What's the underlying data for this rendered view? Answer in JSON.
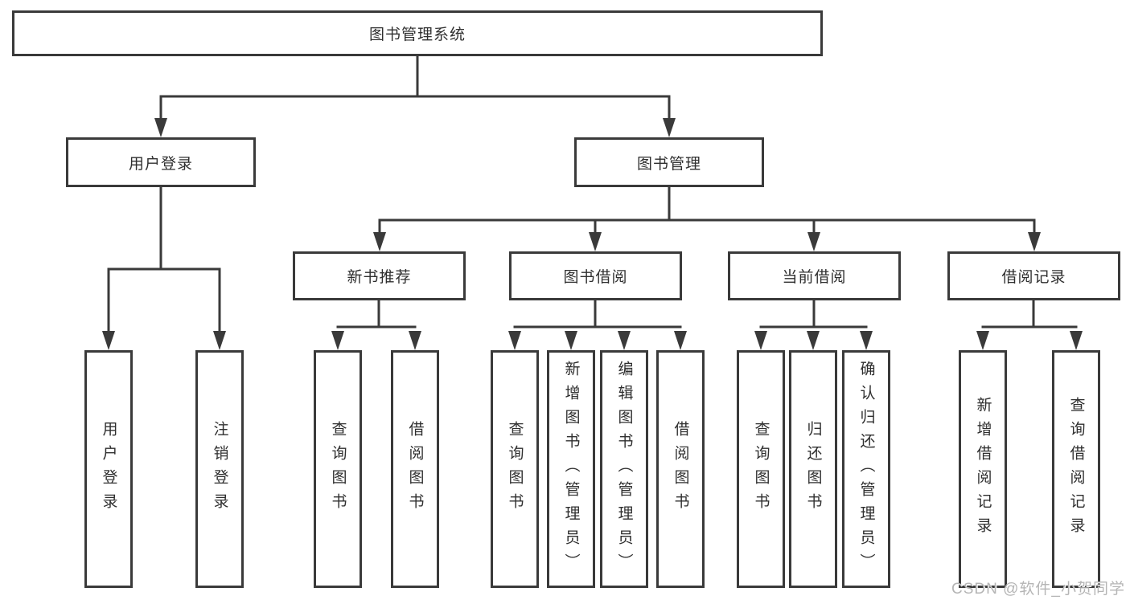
{
  "diagram": {
    "root": {
      "label": "图书管理系统"
    },
    "level2": [
      "用户登录",
      "图书管理"
    ],
    "level3": [
      "新书推荐",
      "图书借阅",
      "当前借阅",
      "借阅记录"
    ],
    "leaves": {
      "user_login": [
        "用户登录",
        "注销登录"
      ],
      "new_book_recommend": [
        "查询图书",
        "借阅图书"
      ],
      "book_borrow": [
        "查询图书",
        "新增图书（管理员）",
        "编辑图书（管理员）",
        "借阅图书"
      ],
      "current_borrow": [
        "查询图书",
        "归还图书",
        "确认归还（管理员）"
      ],
      "borrow_record": [
        "新增借阅记录",
        "查询借阅记录"
      ]
    }
  },
  "watermark": {
    "text": "CSDN @软件_小贺同学"
  },
  "colors": {
    "line": "#3a3a3a",
    "box_border": "#3a3a3a",
    "box_background": "#ffffff",
    "text": "#2f2f2f",
    "watermark": "#b5b5b5"
  }
}
